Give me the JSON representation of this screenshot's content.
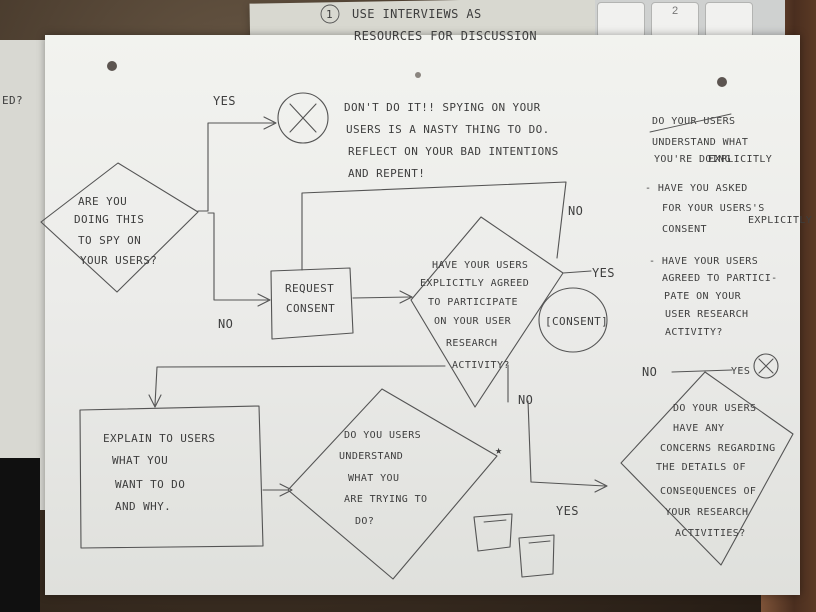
{
  "header_note": {
    "number": "1",
    "line1": "USE INTERVIEWS AS",
    "line2": "RESOURCES FOR DISCUSSION"
  },
  "keyboard": {
    "key_label": "2"
  },
  "left_edge": {
    "text": "ED?"
  },
  "flow": {
    "start_question": [
      "ARE YOU",
      "DOING THIS",
      "TO SPY ON",
      "YOUR USERS?"
    ],
    "yes_label": "YES",
    "no_label": "NO",
    "warning_text": [
      "DON'T DO IT!! SPYING ON YOUR",
      "USERS IS A NASTY THING TO DO.",
      "REFLECT ON YOUR BAD INTENTIONS",
      "AND REPENT!"
    ],
    "request_consent": [
      "REQUEST",
      "CONSENT"
    ],
    "agreed_question": [
      "HAVE YOUR USERS",
      "EXPLICITLY AGREED",
      "TO PARTICIPATE",
      "ON YOUR USER",
      "RESEARCH",
      "ACTIVITY?"
    ],
    "no_top": "NO",
    "yes_right": "YES",
    "consent_label": "[CONSENT]",
    "no_down": "NO",
    "explain_box": [
      "EXPLAIN TO USERS",
      "WHAT YOU",
      "WANT TO DO",
      "AND WHY."
    ],
    "understand_question": [
      "DO YOU USERS",
      "UNDERSTAND",
      "WHAT YOU",
      "ARE TRYING TO",
      "DO?"
    ],
    "star": "★",
    "yes_bottom": "YES"
  },
  "right_notes": {
    "note1": [
      "DO YOUR USERS",
      "UNDERSTAND WHAT",
      "YOU'RE DOING",
      "EXPLICITLY"
    ],
    "note2": [
      "- HAVE YOU ASKED",
      "FOR YOUR USERS'S",
      "CONSENT"
    ],
    "note2_aside": "EXPLICITLY",
    "note3": [
      "- HAVE YOUR USERS",
      "AGREED TO PARTICI-",
      "PATE ON YOUR",
      "USER RESEARCH",
      "ACTIVITY?"
    ],
    "no_label": "NO",
    "yes_label": "YES",
    "concerns_question": [
      "DO YOUR USERS",
      "HAVE ANY",
      "CONCERNS REGARDING",
      "THE DETAILS OF",
      "CONSEQUENCES OF",
      "YOUR RESEARCH",
      "ACTIVITIES?"
    ]
  }
}
